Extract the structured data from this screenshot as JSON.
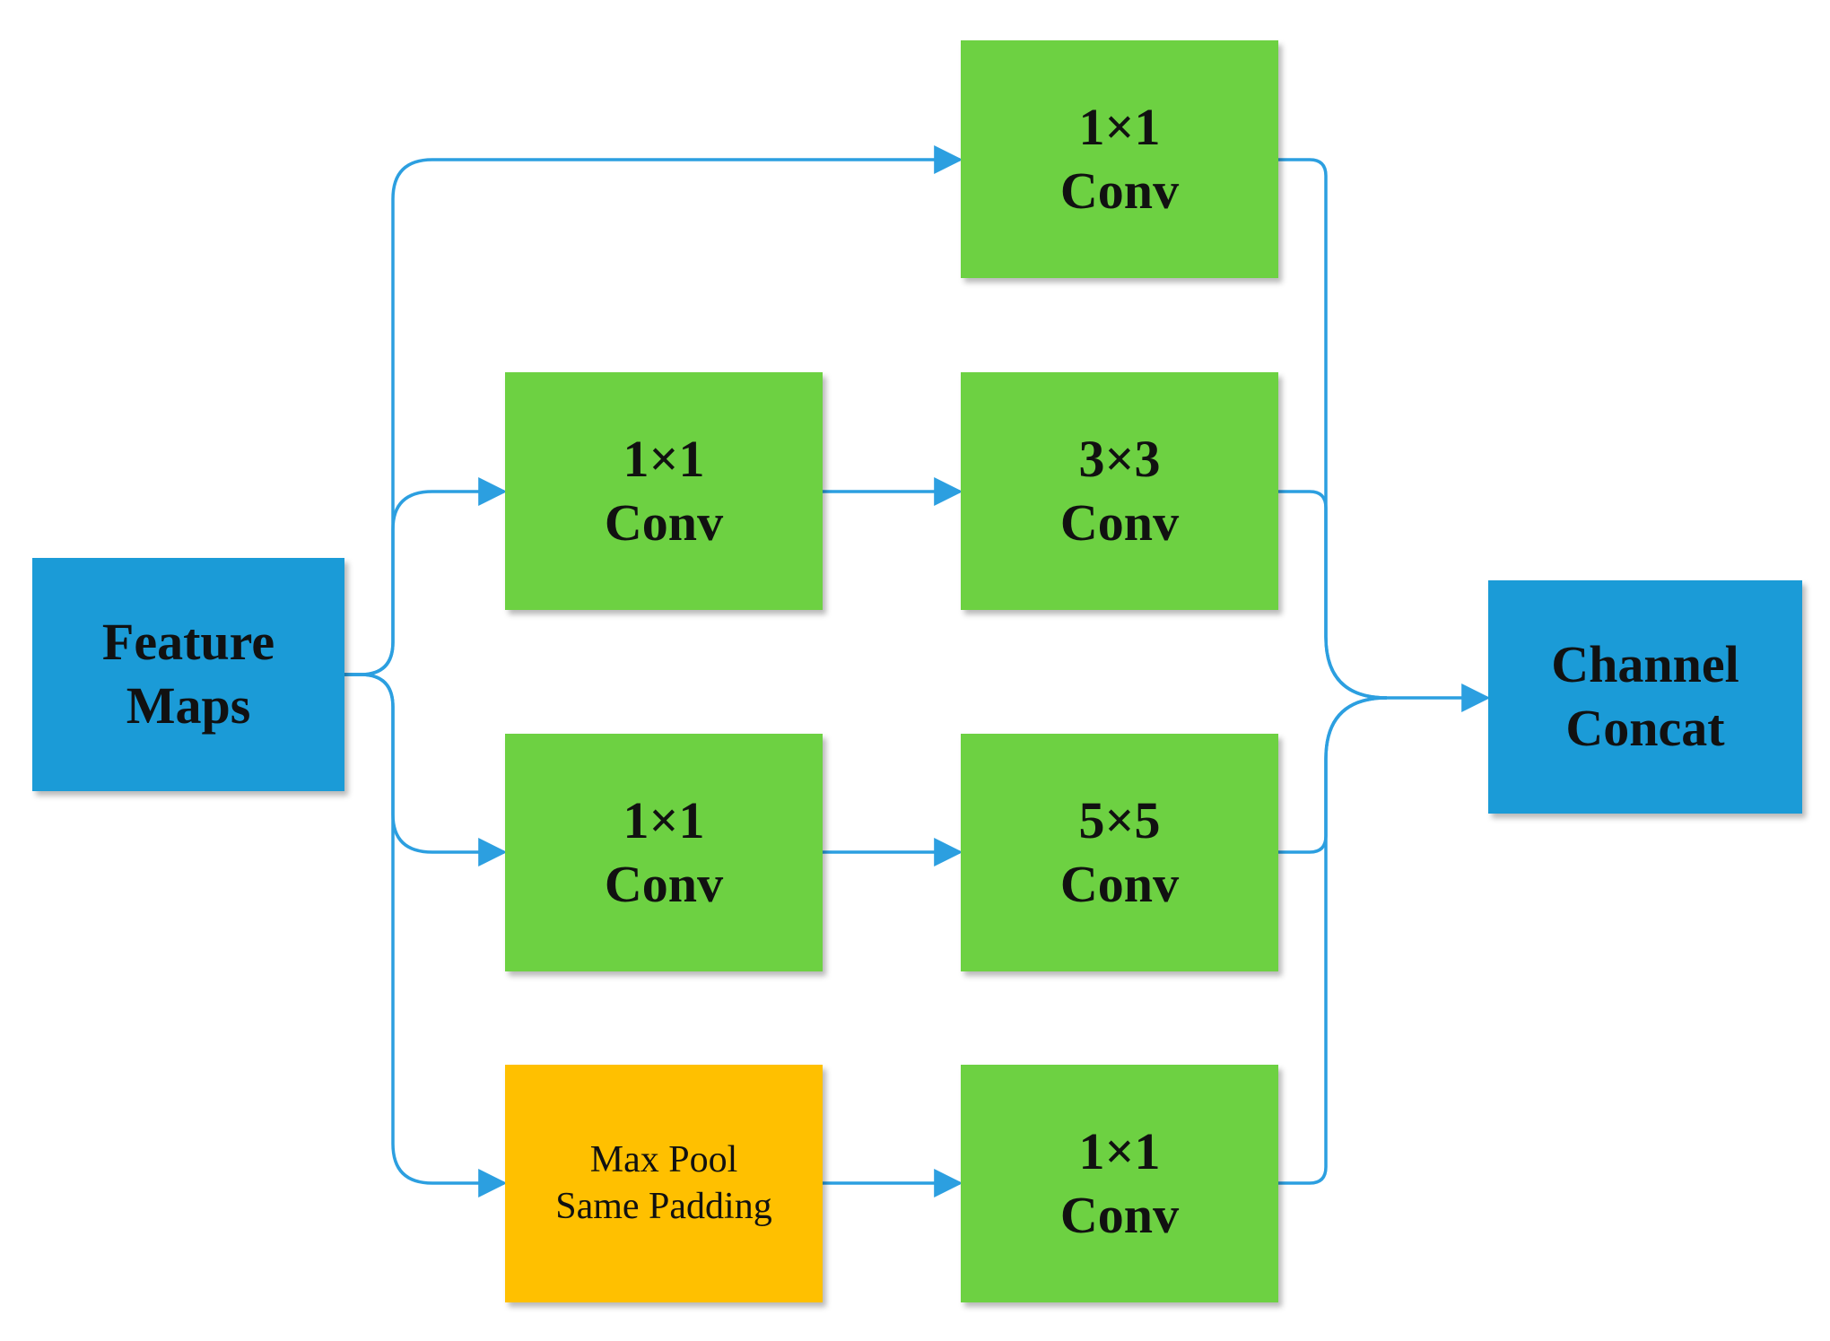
{
  "nodes": {
    "feature_maps": [
      "Feature",
      "Maps"
    ],
    "branch1_conv": [
      "1×1",
      "Conv"
    ],
    "branch2_reduce": [
      "1×1",
      "Conv"
    ],
    "branch2_conv": [
      "3×3",
      "Conv"
    ],
    "branch3_reduce": [
      "1×1",
      "Conv"
    ],
    "branch3_conv": [
      "5×5",
      "Conv"
    ],
    "branch4_pool": [
      "Max Pool",
      "Same Padding"
    ],
    "branch4_conv": [
      "1×1",
      "Conv"
    ],
    "channel_concat": [
      "Channel",
      "Concat"
    ]
  },
  "colors": {
    "io_block": "#1b9bd7",
    "conv_block": "#6dd142",
    "pool_block": "#ffc000",
    "arrow": "#2c9fe0"
  }
}
